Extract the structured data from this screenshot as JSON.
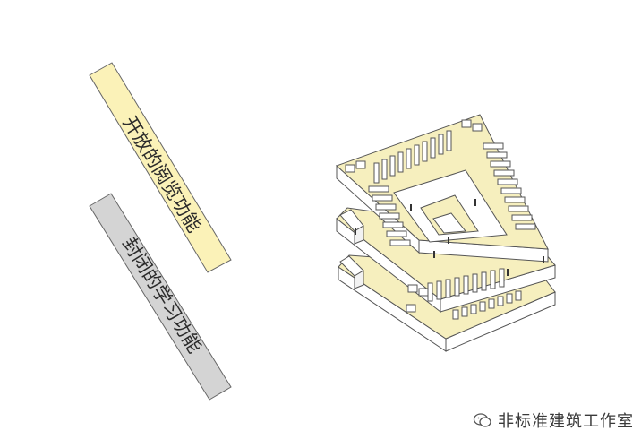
{
  "labels": {
    "open_band": "开放的阅览功能",
    "closed_band": "封闭的学习功能"
  },
  "watermark": {
    "text": "非标准建筑工作室",
    "icon": "wechat-icon"
  },
  "colors": {
    "open_band_fill": "#fbf2b8",
    "closed_band_fill": "#d3d3d3",
    "slab_top": "#f6efbe",
    "slab_side": "#ffffff",
    "stroke": "#555555"
  }
}
